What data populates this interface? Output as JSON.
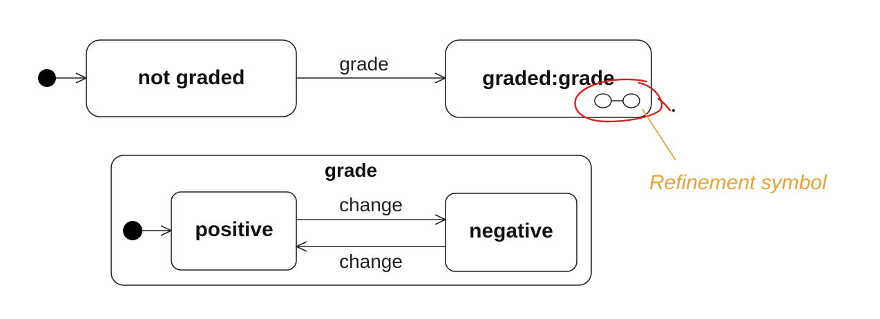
{
  "states": {
    "not_graded": "not graded",
    "graded": "graded:grade",
    "composite": "grade",
    "positive": "positive",
    "negative": "negative"
  },
  "transitions": {
    "top": "grade",
    "pos_to_neg": "change",
    "neg_to_pos": "change"
  },
  "annotation": {
    "text": "Refinement symbol",
    "color": "#E8A23A",
    "highlight_color": "#D42020"
  }
}
